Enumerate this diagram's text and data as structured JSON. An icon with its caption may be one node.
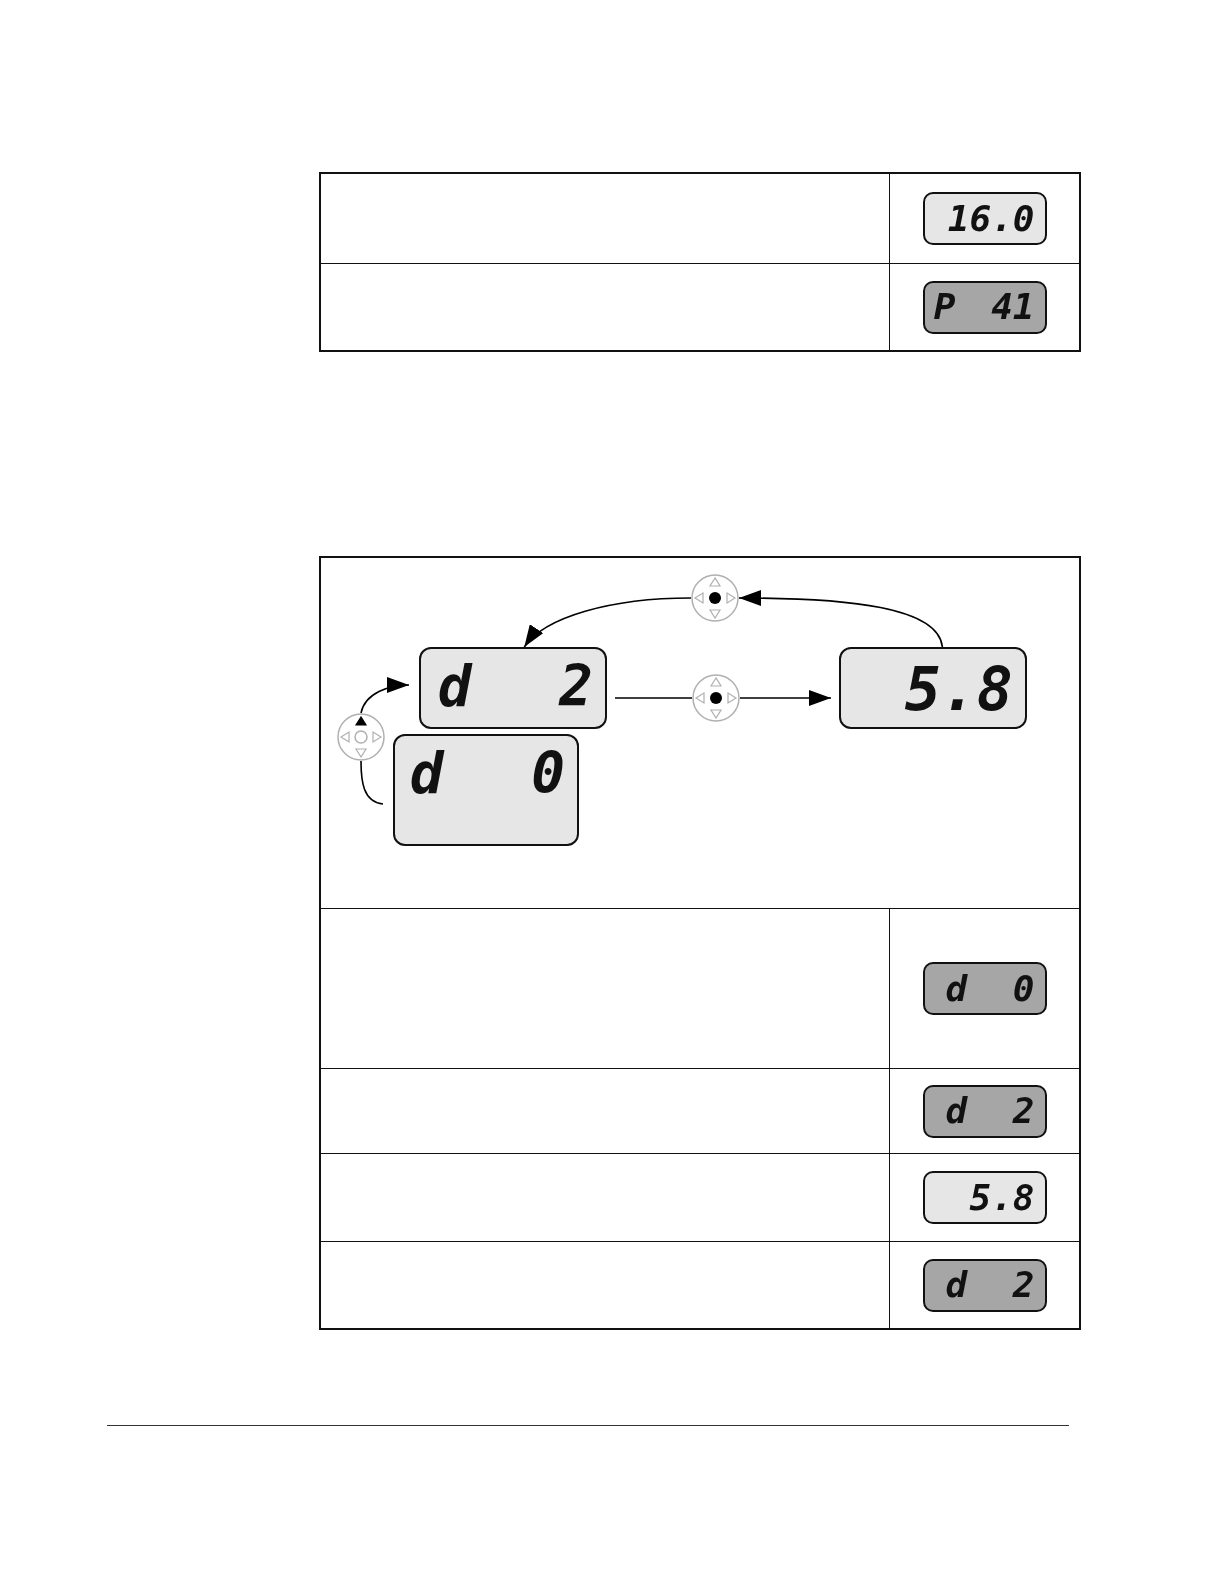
{
  "diagram": {
    "nodes": [
      {
        "text": [],
        "shape": "picture"
      },
      {
        "text": [
          "d 2"
        ]
      },
      {
        "text": [],
        "shape": "picture"
      },
      {
        "text": [
          "5.8"
        ]
      },
      {
        "text": [],
        "shape": "picture"
      },
      {
        "text": [
          "d 0"
        ]
      }
    ],
    "edges": [
      {
        "from": 3,
        "to": 0,
        "arrow": "to"
      },
      {
        "from": 0,
        "to": 1,
        "arrow": "to"
      },
      {
        "from": 1,
        "to": 2,
        "arrow": "none"
      },
      {
        "from": 2,
        "to": 3,
        "arrow": "to"
      },
      {
        "from": 5,
        "to": 4,
        "arrow": "none"
      },
      {
        "from": 4,
        "to": 1,
        "arrow": "to"
      }
    ],
    "labels": [
      "16.0",
      "P 41",
      "d 0",
      "d 2",
      "5.8",
      "d 2"
    ]
  }
}
